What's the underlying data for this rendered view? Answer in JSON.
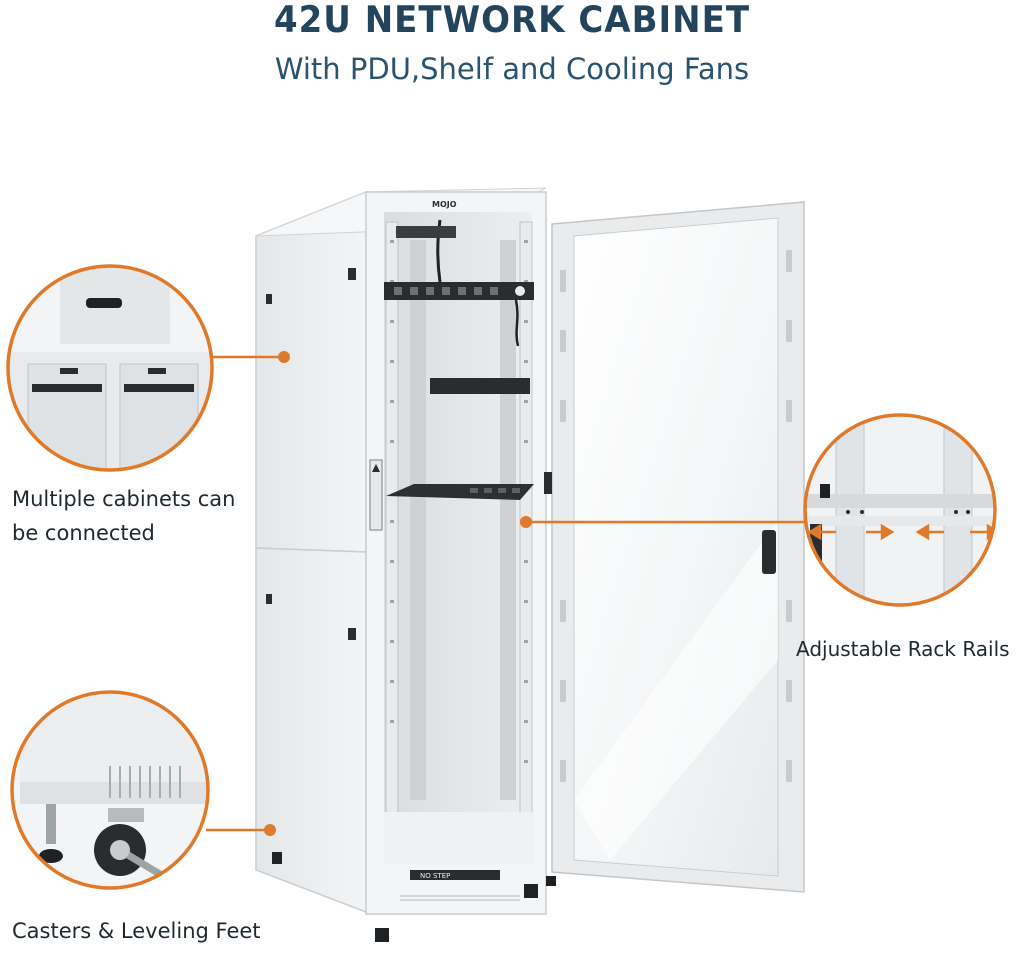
{
  "header": {
    "title": "42U NETWORK CABINET",
    "subtitle": "With PDU,Shelf and Cooling Fans"
  },
  "cabinet": {
    "brand_logo": "MOJO",
    "floor_sticker": "NO STEP"
  },
  "callouts": {
    "multiple_cabinets": {
      "line1": "Multiple cabinets can",
      "line2": "be connected"
    },
    "rack_rails": {
      "label": "Adjustable Rack Rails"
    },
    "casters": {
      "label": "Casters & Leveling Feet"
    }
  },
  "colors": {
    "accent": "#e07a2a",
    "title": "#22445c",
    "cabinet_white": "#eef0f1",
    "cabinet_shade": "#d6d9db"
  }
}
